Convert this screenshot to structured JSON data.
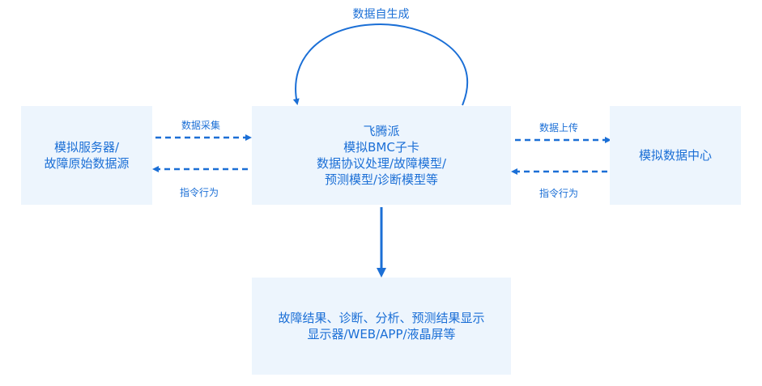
{
  "self_loop_label": "数据自生成",
  "nodes": {
    "left": {
      "lines": [
        "模拟服务器/",
        "故障原始数据源"
      ]
    },
    "center": {
      "lines": [
        "飞腾派",
        "模拟BMC子卡",
        "数据协议处理/故障模型/",
        "预测模型/诊断模型等"
      ]
    },
    "right": {
      "lines": [
        "模拟数据中心"
      ]
    },
    "bottom": {
      "lines": [
        "故障结果、诊断、分析、预测结果显示",
        "显示器/WEB/APP/液晶屏等"
      ]
    }
  },
  "edges": {
    "left_to_center": "数据采集",
    "center_to_left": "指令行为",
    "center_to_right": "数据上传",
    "right_to_center": "指令行为"
  },
  "colors": {
    "accent": "#1b6fd6",
    "box_fill": "#edf5fd"
  }
}
